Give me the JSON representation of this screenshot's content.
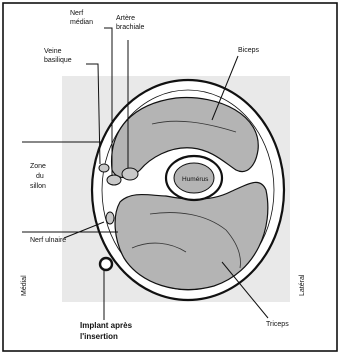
{
  "figure": {
    "labels": {
      "nerf_median_line1": "Nerf",
      "nerf_median_line2": "médian",
      "artere_line1": "Artère",
      "artere_line2": "brachiale",
      "veine_line1": "Veine",
      "veine_line2": "basilique",
      "biceps": "Biceps",
      "zone_line1": "Zone",
      "zone_line2": "du",
      "zone_line3": "sillon",
      "humerus": "Humérus",
      "nerf_ulnaire": "Nerf ulnaire",
      "medial": "Médial",
      "lateral": "Latéral",
      "triceps": "Triceps",
      "implant_line1": "Implant après",
      "implant_line2": "l'insertion"
    },
    "colors": {
      "muscle": "#b4b4b4",
      "background_shade": "#e9e9e9",
      "outline": "#111111"
    }
  }
}
